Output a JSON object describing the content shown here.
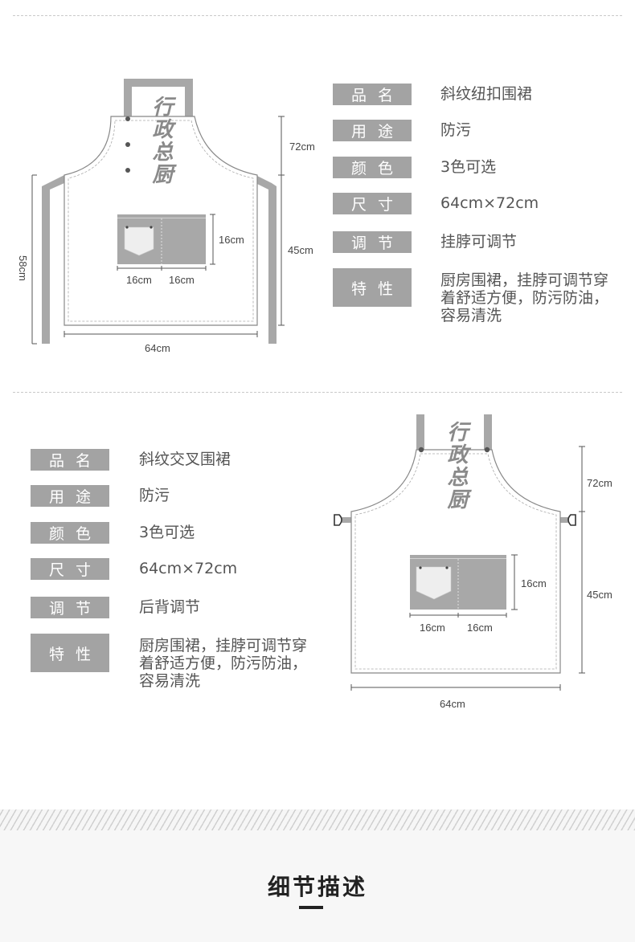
{
  "product1": {
    "specs": [
      {
        "label": "品名",
        "value": "斜纹纽扣围裙"
      },
      {
        "label": "用途",
        "value": "防污"
      },
      {
        "label": "颜色",
        "value": "3色可选"
      },
      {
        "label": "尺寸",
        "value": "64cm×72cm"
      },
      {
        "label": "调节",
        "value": "挂脖可调节"
      },
      {
        "label": "特性",
        "value": "厨房围裙，挂脖可调节穿着舒适方便，防污防油，容易清洗"
      }
    ],
    "dims": {
      "top": "72cm",
      "bottom": "45cm",
      "side": "58cm",
      "width": "64cm",
      "pocket_h": "16cm",
      "pocket_w1": "16cm",
      "pocket_w2": "16cm"
    },
    "logo": "行政总厨"
  },
  "product2": {
    "specs": [
      {
        "label": "品名",
        "value": "斜纹交叉围裙"
      },
      {
        "label": "用途",
        "value": "防污"
      },
      {
        "label": "颜色",
        "value": "3色可选"
      },
      {
        "label": "尺寸",
        "value": "64cm×72cm"
      },
      {
        "label": "调节",
        "value": "后背调节"
      },
      {
        "label": "特性",
        "value": "厨房围裙，挂脖可调节穿着舒适方便，防污防油，容易清洗"
      }
    ],
    "dims": {
      "top": "72cm",
      "bottom": "45cm",
      "width": "64cm",
      "pocket_h": "16cm",
      "pocket_w1": "16cm",
      "pocket_w2": "16cm"
    },
    "logo": "行政总厨"
  },
  "section_title": "细节描述",
  "colors": {
    "label_bg": "#a3a3a3",
    "strap": "#a8a8a8",
    "pocket": "#a8a8a8"
  }
}
